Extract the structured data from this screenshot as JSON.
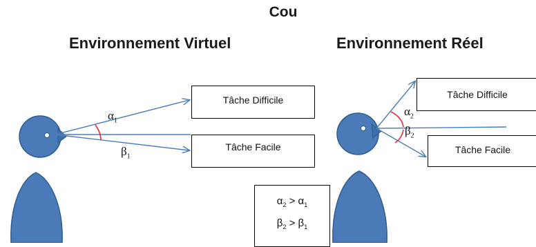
{
  "titles": {
    "main": "Cou",
    "virtual": "Environnement Virtuel",
    "real": "Environnement Réel"
  },
  "virtual_env": {
    "difficult_task": "Tâche Difficile",
    "easy_task": "Tâche Facile",
    "alpha": {
      "symbol": "α",
      "sub": "1"
    },
    "beta": {
      "symbol": "β",
      "sub": "1"
    }
  },
  "real_env": {
    "difficult_task": "Tâche Difficile",
    "easy_task": "Tâche Facile",
    "alpha": {
      "symbol": "α",
      "sub": "2"
    },
    "beta": {
      "symbol": "β",
      "sub": "2"
    }
  },
  "comparison": {
    "line1": {
      "left": "α",
      "left_sub": "2",
      "op": " > ",
      "right": "α",
      "right_sub": "1"
    },
    "line2": {
      "left": "β",
      "left_sub": "2",
      "op": " > ",
      "right": "β",
      "right_sub": "1"
    }
  },
  "colors": {
    "figure_fill": "#4a7ab8",
    "figure_stroke": "#2f5d8e",
    "arrow": "#4a7ebb",
    "angle_arc": "#e0303a"
  }
}
